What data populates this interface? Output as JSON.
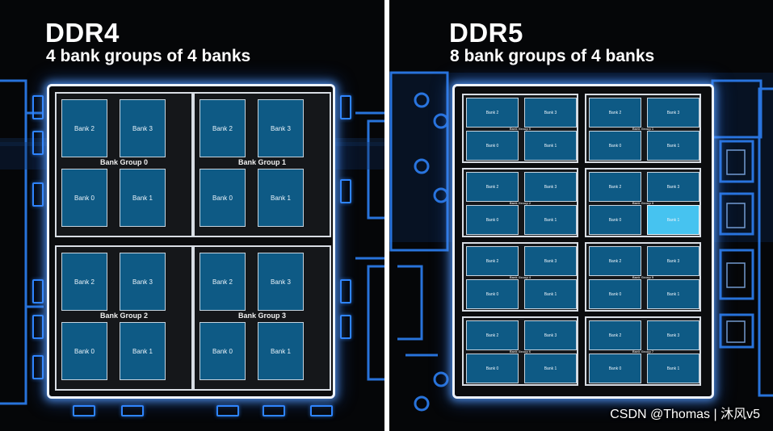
{
  "ddr4": {
    "title": "DDR4",
    "subtitle": "4 bank groups of 4 banks",
    "groups": [
      {
        "label": "Bank Group 0",
        "banks": [
          "Bank 2",
          "Bank 3",
          "Bank 0",
          "Bank 1"
        ]
      },
      {
        "label": "Bank Group 1",
        "banks": [
          "Bank 2",
          "Bank 3",
          "Bank 0",
          "Bank 1"
        ]
      },
      {
        "label": "Bank Group 2",
        "banks": [
          "Bank 2",
          "Bank 3",
          "Bank 0",
          "Bank 1"
        ]
      },
      {
        "label": "Bank Group 3",
        "banks": [
          "Bank 2",
          "Bank 3",
          "Bank 0",
          "Bank 1"
        ]
      }
    ]
  },
  "ddr5": {
    "title": "DDR5",
    "subtitle": "8 bank groups of 4 banks",
    "groups": [
      {
        "label": "Bank Group 0",
        "banks": [
          "Bank 2",
          "Bank 3",
          "Bank 0",
          "Bank 1"
        ]
      },
      {
        "label": "Bank Group 1",
        "banks": [
          "Bank 2",
          "Bank 3",
          "Bank 0",
          "Bank 1"
        ]
      },
      {
        "label": "Bank Group 2",
        "banks": [
          "Bank 2",
          "Bank 3",
          "Bank 0",
          "Bank 1"
        ]
      },
      {
        "label": "Bank Group 3",
        "banks": [
          "Bank 2",
          "Bank 3",
          "Bank 0",
          "Bank 1"
        ]
      },
      {
        "label": "Bank Group 4",
        "banks": [
          "Bank 2",
          "Bank 3",
          "Bank 0",
          "Bank 1"
        ]
      },
      {
        "label": "Bank Group 5",
        "banks": [
          "Bank 2",
          "Bank 3",
          "Bank 0",
          "Bank 1"
        ]
      },
      {
        "label": "Bank Group 6",
        "banks": [
          "Bank 2",
          "Bank 3",
          "Bank 0",
          "Bank 1"
        ]
      },
      {
        "label": "Bank Group 7",
        "banks": [
          "Bank 2",
          "Bank 3",
          "Bank 0",
          "Bank 1"
        ]
      }
    ],
    "highlighted_bank": {
      "group": 3,
      "bank": "Bank 1"
    }
  },
  "colors": {
    "background": "#050608",
    "chip_border": "#eef4ff",
    "bank_fill": "#0e5a85",
    "bank_highlight": "#46c3f0",
    "circuit_glow": "#2f86ff"
  },
  "watermark": "CSDN @Thomas | 沐风v5"
}
